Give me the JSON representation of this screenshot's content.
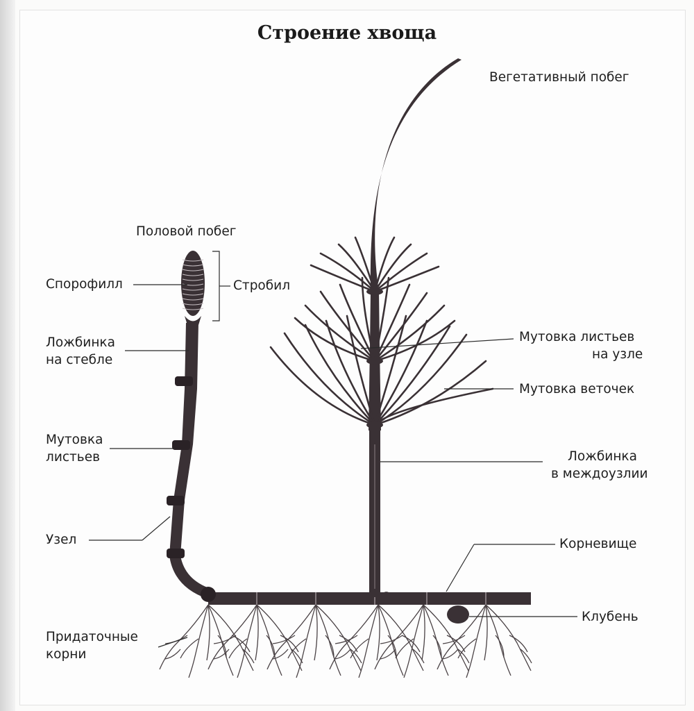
{
  "title": "Строение хвоща",
  "labels": {
    "vegetative_shoot": "Вегетативный побег",
    "generative_shoot": "Половой побег",
    "sporophyll": "Спорофилл",
    "strobilus": "Стробил",
    "stem_groove_line1": "Ложбинка",
    "stem_groove_line2": "на стебле",
    "leaf_whorl_line1": "Мутовка",
    "leaf_whorl_line2": "листьев",
    "node": "Узел",
    "adventitious_roots_line1": "Придаточные",
    "adventitious_roots_line2": "корни",
    "node_leaf_whorl_line1": "Мутовка листьев",
    "node_leaf_whorl_line2": "на узле",
    "branch_whorl": "Мутовка веточек",
    "internode_groove_line1": "Ложбинка",
    "internode_groove_line2": "в междоузлии",
    "rhizome": "Корневище",
    "tuber": "Клубень"
  },
  "colors": {
    "plant": "#3a3135",
    "plant_light": "#5a5054",
    "root": "#4a4245",
    "leader_line": "#2a2a2a",
    "text": "#1e1e1e"
  }
}
